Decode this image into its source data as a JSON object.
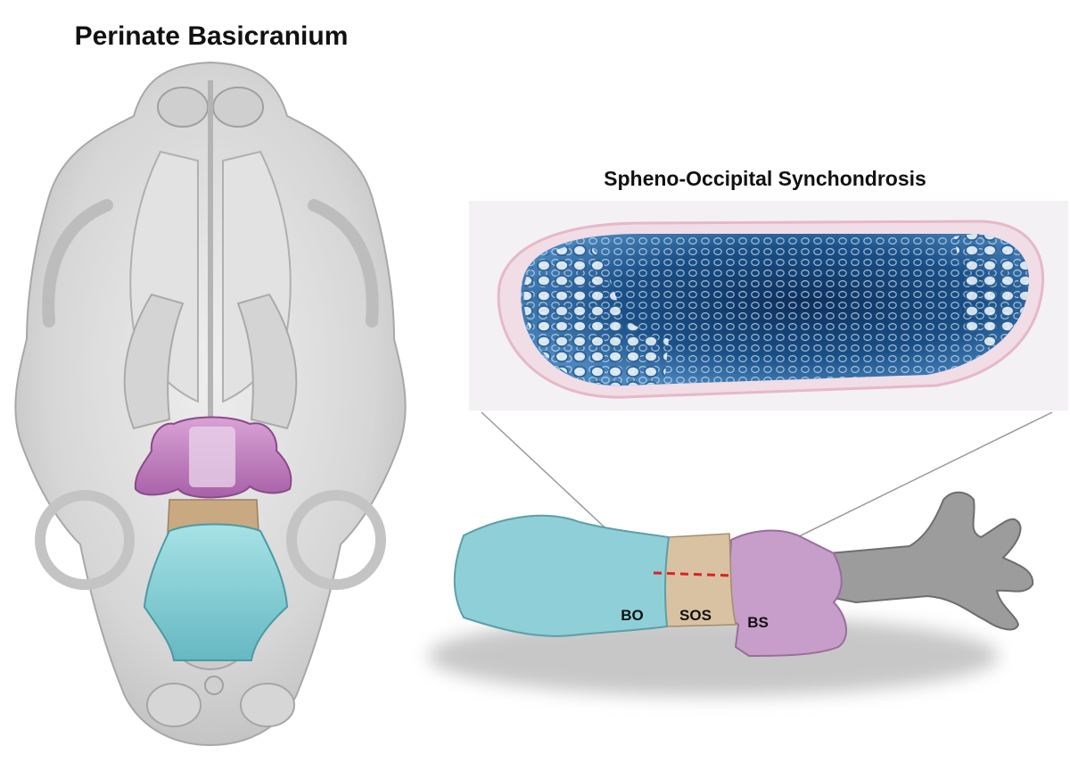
{
  "left_panel": {
    "title": "Perinate Basicranium"
  },
  "right_panel": {
    "title": "Spheno-Occipital Synchondrosis",
    "labels": {
      "bo": "BO",
      "sos": "SOS",
      "bs": "BS"
    }
  },
  "colors": {
    "bone": "#d9d9d9",
    "basioccipital": "#8fd1d8",
    "synchondrosis": "#c8ae8a",
    "basisphenoid": "#c98fc8",
    "presphenoid": "#9a9a9a",
    "cartilage_stain": "#14467a",
    "cut_line": "#e02020"
  }
}
